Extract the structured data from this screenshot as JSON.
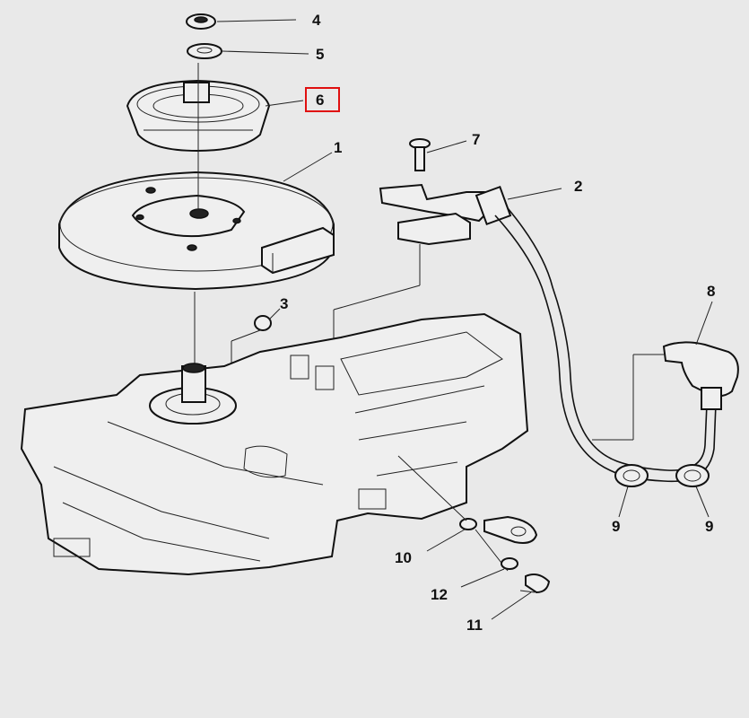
{
  "diagram": {
    "callouts": [
      {
        "id": "c4",
        "label": "4"
      },
      {
        "id": "c5",
        "label": "5"
      },
      {
        "id": "c6",
        "label": "6",
        "highlighted": true
      },
      {
        "id": "c1",
        "label": "1"
      },
      {
        "id": "c7",
        "label": "7"
      },
      {
        "id": "c2",
        "label": "2"
      },
      {
        "id": "c3",
        "label": "3"
      },
      {
        "id": "c8",
        "label": "8"
      },
      {
        "id": "c9a",
        "label": "9"
      },
      {
        "id": "c9b",
        "label": "9"
      },
      {
        "id": "c10",
        "label": "10"
      },
      {
        "id": "c12",
        "label": "12"
      },
      {
        "id": "c11",
        "label": "11"
      }
    ],
    "highlight_color": "#e01010"
  }
}
